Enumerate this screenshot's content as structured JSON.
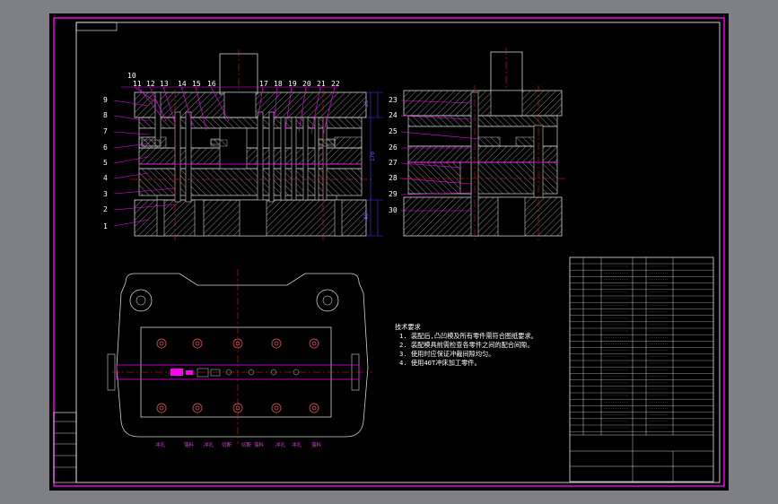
{
  "left_section": {
    "top_numbers": [
      "10",
      "11",
      "12",
      "13",
      "14",
      "15",
      "16",
      "17",
      "18",
      "19",
      "20",
      "21",
      "22"
    ],
    "left_numbers": [
      "9",
      "8",
      "7",
      "6",
      "5",
      "4",
      "3",
      "2",
      "1"
    ]
  },
  "right_section": {
    "left_numbers": [
      "23",
      "24",
      "25",
      "26",
      "27",
      "28",
      "29",
      "30"
    ]
  },
  "dimensions": {
    "top_height": "25",
    "total_height": "170",
    "bottom_height": "40"
  },
  "notes": {
    "title": "技术要求",
    "lines": [
      "1. 装配后,凸凹模及所有零件需符合图纸要求。",
      "2. 装配模具前需检查各零件之间的配合间隙。",
      "3. 使用时应保证冲裁间隙均匀。",
      "4. 使用40T冲床加工零件。"
    ]
  },
  "bottom_labels": [
    "冲孔",
    "落料",
    "冲孔",
    "切断",
    "切断",
    "落料",
    "冲孔",
    "冲孔",
    "落料"
  ],
  "colors": {
    "background": "#000000",
    "border": "#ff00ff",
    "frame": "#ffffff",
    "centerline": "#ff2020",
    "dimension": "#4040ff",
    "part": "#d0d0d0",
    "hatch": "#808080",
    "leader": "#ff00ff",
    "strip": "#ff00ff",
    "outside": "#7f7f86"
  }
}
